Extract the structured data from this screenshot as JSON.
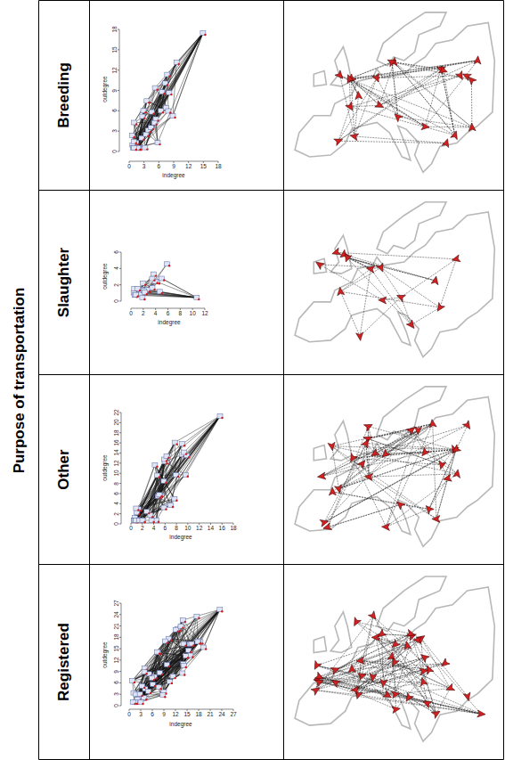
{
  "diagram": {
    "nodes": [
      {
        "text": [
          "Purpose of transportation"
        ]
      },
      {
        "text": [
          "Breeding"
        ]
      },
      {
        "text": [
          "Slaughter"
        ]
      },
      {
        "text": [
          "Other"
        ]
      },
      {
        "text": [
          "Registered"
        ]
      }
    ],
    "labels": [
      "0",
      "3",
      "6",
      "9",
      "12",
      "15",
      "18",
      "0",
      "3",
      "6",
      "9",
      "12",
      "15",
      "18",
      "indegree",
      "outdegree",
      "0",
      "2",
      "4",
      "6",
      "8",
      "10",
      "12",
      "0",
      "2",
      "4",
      "6",
      "indegree",
      "outdegree",
      "0",
      "2",
      "4",
      "6",
      "8",
      "10",
      "12",
      "14",
      "16",
      "18",
      "0",
      "2",
      "4",
      "6",
      "8",
      "10",
      "12",
      "14",
      "16",
      "18",
      "20",
      "22",
      "indegree",
      "outdegree",
      "0",
      "3",
      "6",
      "9",
      "12",
      "15",
      "18",
      "21",
      "24",
      "27",
      "0",
      "3",
      "6",
      "9",
      "12",
      "15",
      "18",
      "21",
      "24",
      "27",
      "indegree",
      "outdegree"
    ]
  }
}
